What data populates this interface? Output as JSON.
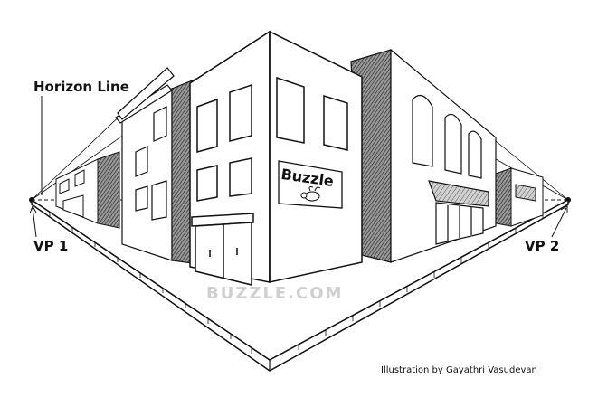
{
  "labels": {
    "horizon_line": "Horizon Line",
    "vp1": "VP 1",
    "vp2": "VP 2",
    "sign": "Buzzle",
    "watermark": "BUZZLE.COM",
    "credit": "Illustration by Gayathri Vasudevan"
  },
  "colors": {
    "ink": "#111111",
    "shade": "#3a3a3a",
    "hatch": "#6a6a6a",
    "watermark": "#cfcfcf",
    "paper": "#ffffff"
  }
}
